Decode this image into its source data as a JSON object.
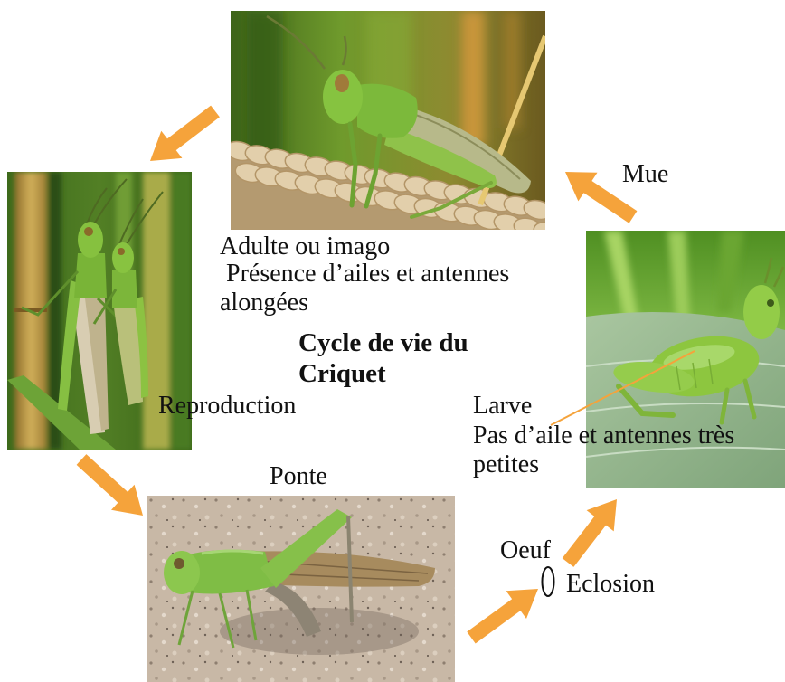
{
  "title": {
    "line1": "Cycle de vie du",
    "line2": "Criquet"
  },
  "stages": {
    "adult": {
      "label": "Adulte ou imago",
      "description": [
        " Présence d’ailes et antennes",
        "alongées"
      ]
    },
    "reproduction": {
      "label": "Reproduction"
    },
    "laying": {
      "label": "Ponte"
    },
    "egg": {
      "label": "Oeuf"
    },
    "hatching": {
      "label": "Eclosion"
    },
    "larva": {
      "label": "Larve",
      "description": [
        "Pas d’aile et antennes très",
        "petites"
      ]
    },
    "molt": {
      "label": "Mue"
    }
  },
  "colors": {
    "arrow": "#f5a33b",
    "text": "#111111"
  }
}
